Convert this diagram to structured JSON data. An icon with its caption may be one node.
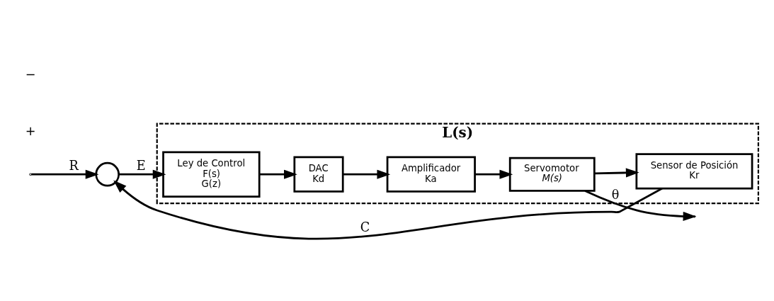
{
  "diagram": {
    "nodes": [
      {
        "text": [],
        "shape": "circle"
      },
      {
        "text": [
          "L(s)"
        ]
      },
      {
        "text": [
          "Ley de Control",
          "F(s)",
          "G(z)"
        ],
        "in": 1
      },
      {
        "text": [
          "DAC",
          "Kd"
        ],
        "in": 1
      },
      {
        "text": [
          "Amplificador",
          "Ka"
        ],
        "in": 1
      },
      {
        "text": [
          "Servomotor",
          "M(s)"
        ],
        "in": 1
      },
      {
        "text": [
          "Sensor de Posición",
          "Kr"
        ],
        "in": 1
      }
    ],
    "edges": [
      {
        "from": null,
        "to": 0,
        "arrow": "to",
        "label": "R"
      },
      {
        "from": 0,
        "to": 2,
        "arrow": "to",
        "label": "E"
      },
      {
        "from": 2,
        "to": 3,
        "arrow": "to"
      },
      {
        "from": 3,
        "to": 4,
        "arrow": "to"
      },
      {
        "from": 4,
        "to": 5,
        "arrow": "to"
      },
      {
        "from": 5,
        "to": null,
        "arrow": "to",
        "label": "θ"
      },
      {
        "from": 5,
        "to": 6,
        "arrow": "to"
      },
      {
        "from": 6,
        "to": 0,
        "arrow": "to",
        "label": "C"
      }
    ],
    "labels": [
      "+",
      "−"
    ]
  }
}
